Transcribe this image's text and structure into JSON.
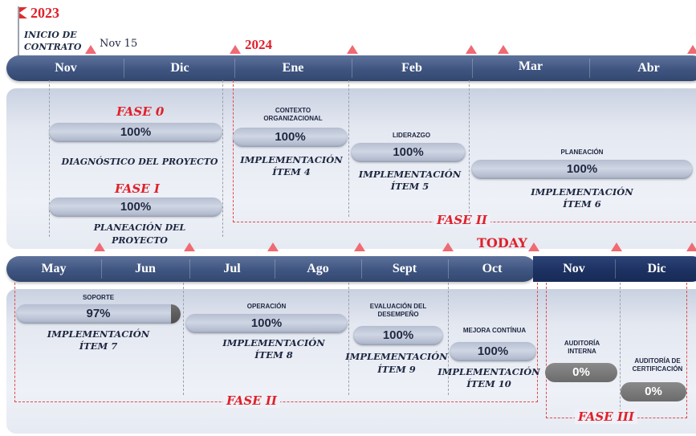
{
  "header": {
    "year_start": "2023",
    "contract_start_line1": "INICIO DE",
    "contract_start_line2": "CONTRATO",
    "date_marker": "Nov 15",
    "year_next": "2024"
  },
  "timeline_top": {
    "months": [
      "Nov",
      "Dic",
      "Ene",
      "Feb",
      "Mar",
      "Abr"
    ]
  },
  "timeline_bottom": {
    "months": [
      "May",
      "Jun",
      "Jul",
      "Ago",
      "Sept",
      "Oct",
      "Nov",
      "Dic"
    ],
    "today_label": "TODAY"
  },
  "phases": {
    "fase0": "FASE 0",
    "fase1": "FASE I",
    "fase2": "FASE II",
    "fase3": "FASE III"
  },
  "tasks_top": [
    {
      "title": "",
      "progress": "100%",
      "caption_line1": "DIAGNÓSTICO DEL PROYECTO",
      "caption_line2": ""
    },
    {
      "title": "",
      "progress": "100%",
      "caption_line1": "PLANEACIÓN DEL",
      "caption_line2": "PROYECTO"
    },
    {
      "title_line1": "CONTEXTO",
      "title_line2": "ORGANIZACIONAL",
      "progress": "100%",
      "caption_line1": "IMPLEMENTACIÓN",
      "caption_line2": "ÍTEM 4"
    },
    {
      "title_line1": "LIDERAZGO",
      "progress": "100%",
      "caption_line1": "IMPLEMENTACIÓN",
      "caption_line2": "ÍTEM 5"
    },
    {
      "title_line1": "PLANEACIÓN",
      "progress": "100%",
      "caption_line1": "IMPLEMENTACIÓN",
      "caption_line2": "ÍTEM 6"
    }
  ],
  "tasks_bottom": [
    {
      "title_line1": "SOPORTE",
      "progress": "97%",
      "caption_line1": "IMPLEMENTACIÓN",
      "caption_line2": "ÍTEM 7"
    },
    {
      "title_line1": "OPERACIÓN",
      "progress": "100%",
      "caption_line1": "IMPLEMENTACIÓN",
      "caption_line2": "ÍTEM 8"
    },
    {
      "title_line1": "EVALUACIÓN DEL",
      "title_line2": "DESEMPEÑO",
      "progress": "100%",
      "caption_line1": "IMPLEMENTACIÓN",
      "caption_line2": "ÍTEM 9"
    },
    {
      "title_line1": "MEJORA CONTÍNUA",
      "progress": "100%",
      "caption_line1": "IMPLEMENTACIÓN",
      "caption_line2": "ÍTEM 10"
    },
    {
      "title_line1": "AUDITORÍA",
      "title_line2": "INTERNA",
      "progress": "0%"
    },
    {
      "title_line1": "AUDITORÍA DE",
      "title_line2": "CERTIFICACIÓN",
      "progress": "0%"
    }
  ],
  "colors": {
    "accent_red": "#e0202a",
    "bar_blue": "#3f5581",
    "bar_dark_blue": "#1d3263",
    "pill_gray": "#6b6b6b"
  }
}
